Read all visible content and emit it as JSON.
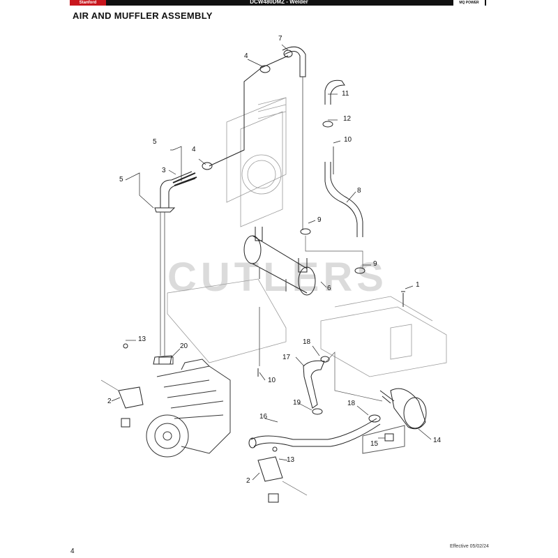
{
  "header": {
    "brand": "Stanford",
    "model_title": "DCW480DMZ - Welder",
    "logo": "MQ POWER"
  },
  "page": {
    "title": "AIR AND MUFFLER ASSEMBLY",
    "number": "4",
    "effective": "Effective 05/02/24"
  },
  "watermark": "CUTLERS",
  "callouts": [
    "1",
    "2",
    "2",
    "3",
    "4",
    "4",
    "5",
    "5",
    "6",
    "7",
    "8",
    "9",
    "9",
    "10",
    "10",
    "11",
    "12",
    "13",
    "13",
    "14",
    "15",
    "16",
    "17",
    "18",
    "18",
    "19",
    "20"
  ],
  "colors": {
    "header_bar": "#111111",
    "brand_red": "#c8161d",
    "line": "#222222"
  }
}
